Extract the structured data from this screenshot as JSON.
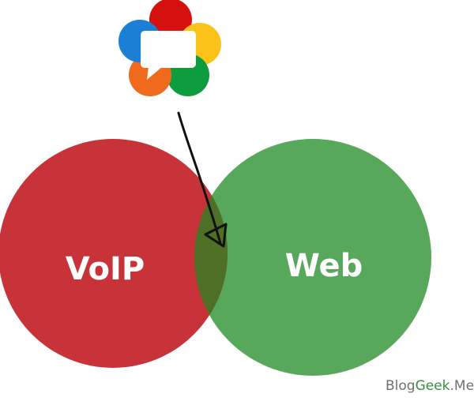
{
  "diagram": {
    "type": "venn",
    "sets": [
      {
        "label": "VoIP",
        "color": "#c8333a",
        "label_color": "#ffffff"
      },
      {
        "label": "Web",
        "color": "#57a85a",
        "label_color": "#ffffff"
      }
    ],
    "intersection_color": "#4e7026",
    "pointer": {
      "from": "webrtc-logo",
      "to": "intersection",
      "color": "#111111"
    }
  },
  "logo": {
    "petal_colors": [
      "#d60f0f",
      "#fbc31a",
      "#0d9c3d",
      "#f06a1e",
      "#1b7fd6"
    ],
    "bubble_color": "#ffffff"
  },
  "watermark": {
    "part1": "Blog",
    "part2": "Geek",
    "part3": ".Me",
    "color1": "#707070",
    "color2": "#3a8f3f",
    "color3": "#707070"
  }
}
